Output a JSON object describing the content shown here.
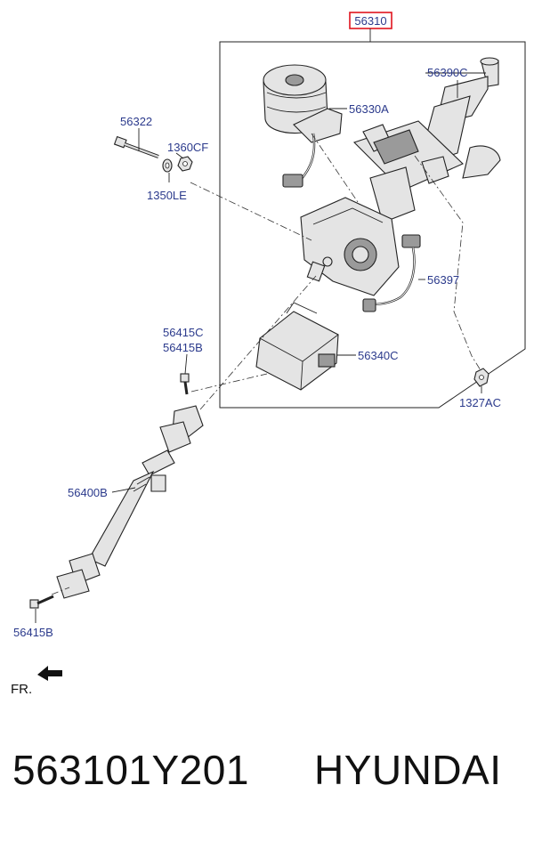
{
  "labels": {
    "assembly": "56310",
    "l_56390C": "56390C",
    "l_56330A": "56330A",
    "l_56322": "56322",
    "l_1360CF": "1360CF",
    "l_1350LE": "1350LE",
    "l_56397": "56397",
    "l_56415C": "56415C",
    "l_56415B_top": "56415B",
    "l_56340C": "56340C",
    "l_1327AC": "1327AC",
    "l_56400B": "56400B",
    "l_56415B_bottom": "56415B"
  },
  "orientation": {
    "label": "FR."
  },
  "caption": {
    "part_number": "563101Y201",
    "brand": "HYUNDAI"
  },
  "colors": {
    "label_text": "#2b3a8c",
    "assembly_highlight": "#e0141e"
  }
}
